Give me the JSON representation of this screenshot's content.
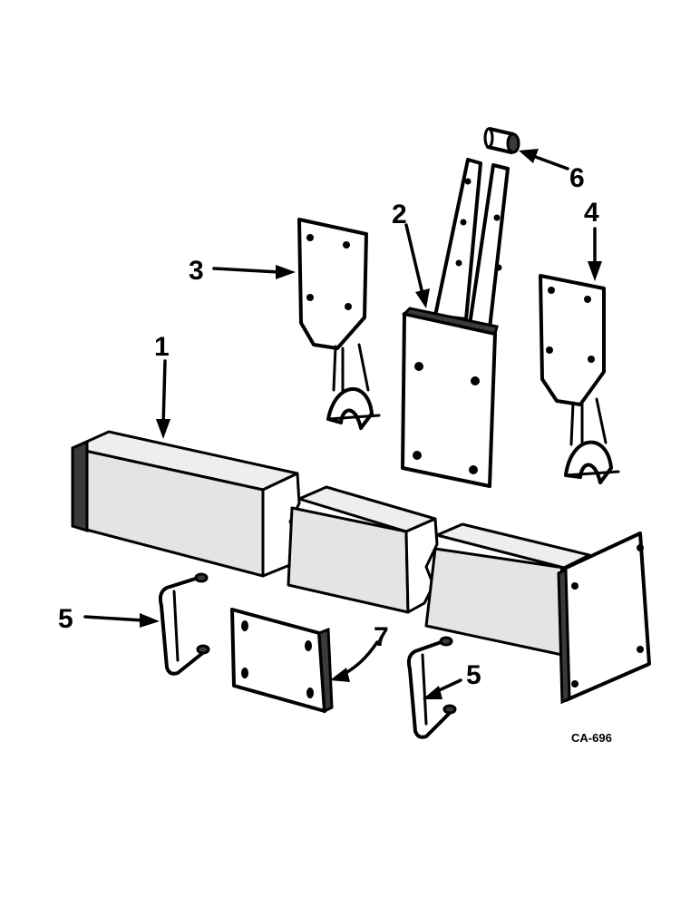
{
  "diagram": {
    "callouts": [
      {
        "id": "1",
        "label": "1"
      },
      {
        "id": "2",
        "label": "2"
      },
      {
        "id": "3",
        "label": "3"
      },
      {
        "id": "4",
        "label": "4"
      },
      {
        "id": "5a",
        "label": "5"
      },
      {
        "id": "5b",
        "label": "5"
      },
      {
        "id": "6",
        "label": "6"
      },
      {
        "id": "7",
        "label": "7"
      }
    ],
    "drawing_code": "CA-696"
  },
  "colors": {
    "ink": "#000000",
    "background": "#ffffff",
    "shading": "#e4e4e4"
  }
}
